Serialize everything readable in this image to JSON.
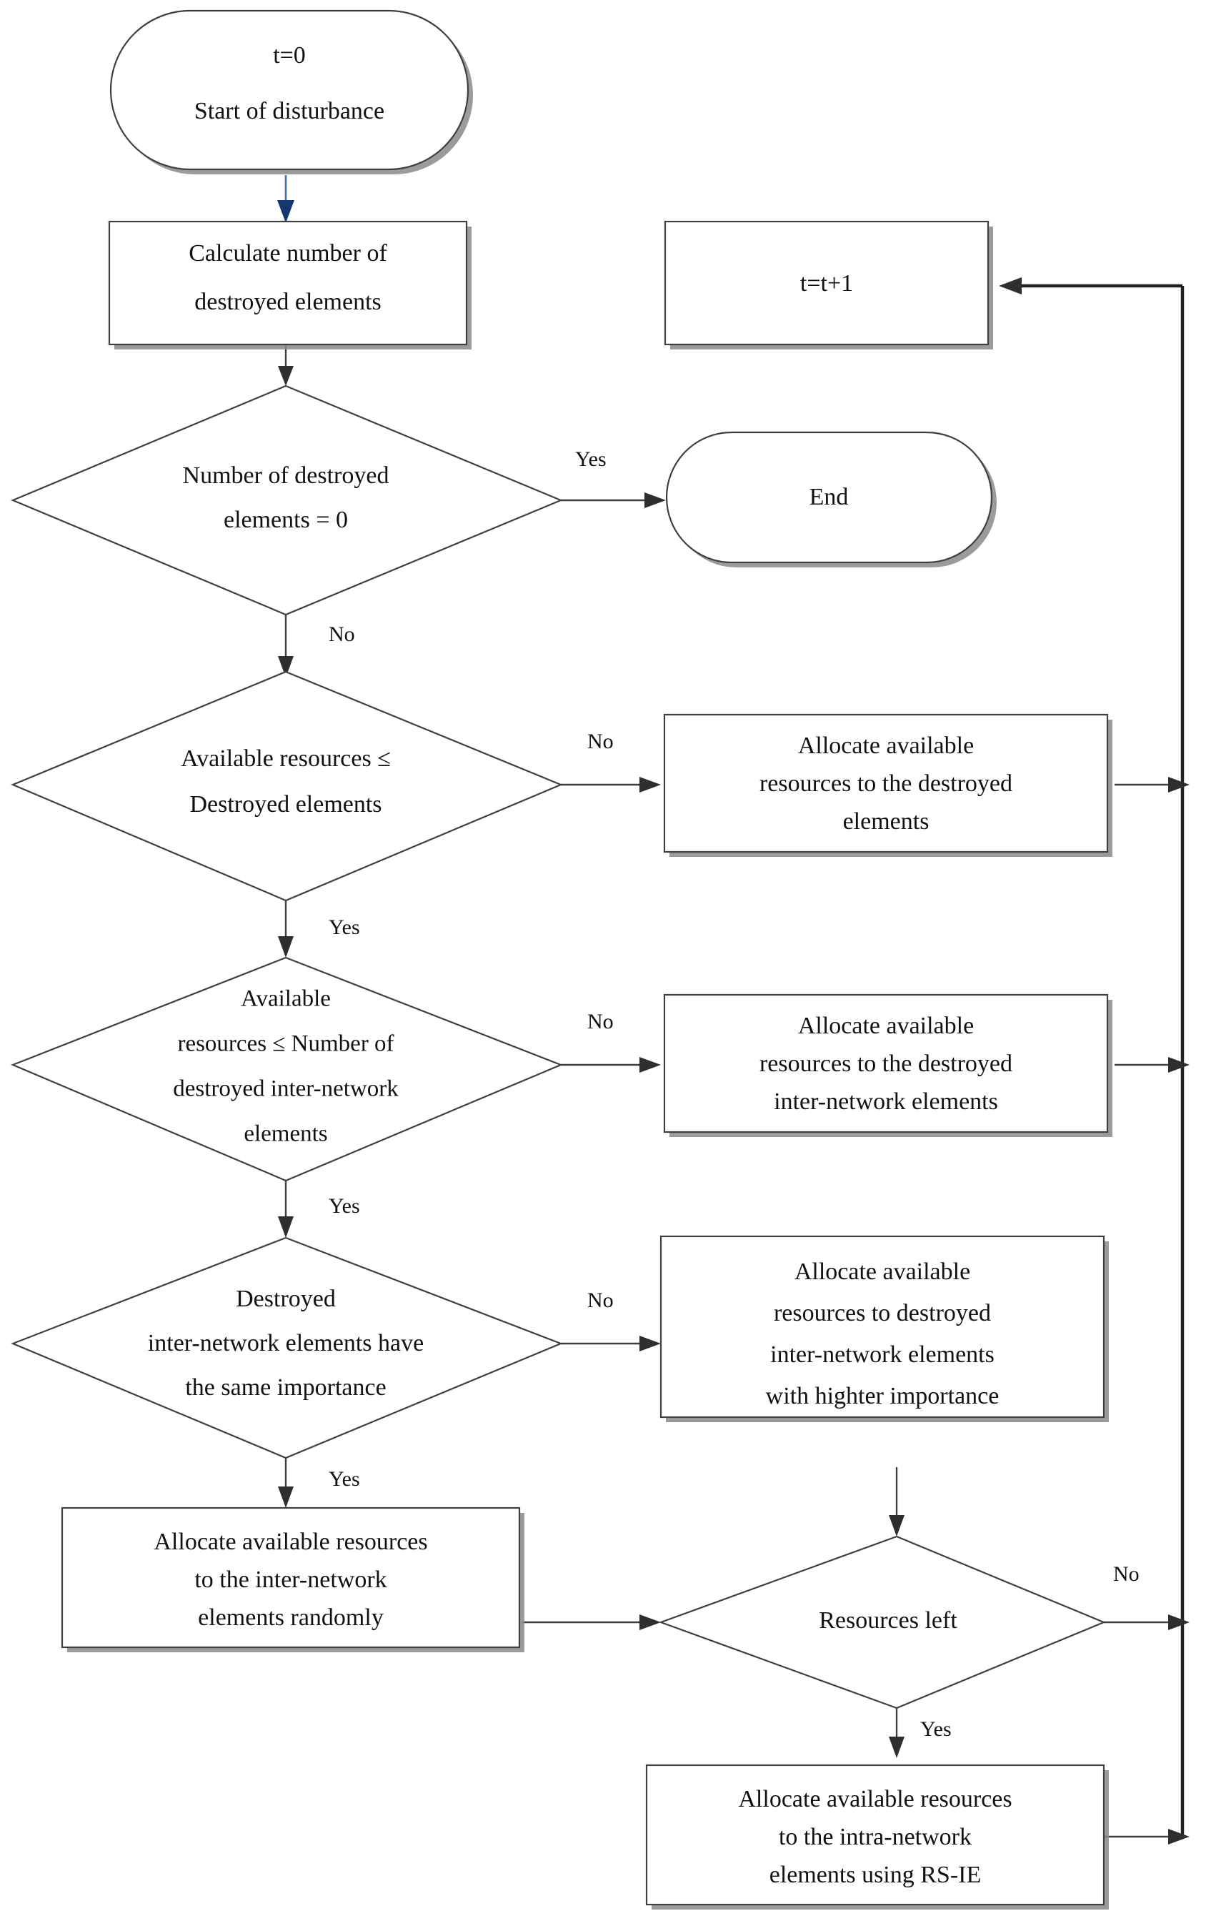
{
  "diagram": {
    "title": "Resource allocation flowchart",
    "colors": {
      "outline": "#3f3f3f",
      "shadow": "#8a8a8a",
      "edge": "#3f3f3f",
      "start_edge": "#3e6fa8",
      "text": "#111111",
      "background": "#ffffff"
    },
    "nodes": {
      "start": {
        "shape": "rounded-terminator",
        "line1": "t=0",
        "line2": "Start of  disturbance"
      },
      "calculate": {
        "shape": "process",
        "line1": "Calculate number of",
        "line2": "destroyed elements"
      },
      "increment": {
        "shape": "process",
        "line1": "t=t+1"
      },
      "decision_zero": {
        "shape": "decision",
        "line1": "Number of  destroyed",
        "line2": "elements = 0"
      },
      "end": {
        "shape": "rounded-terminator",
        "line1": "End"
      },
      "decision_res_vs_destroyed": {
        "shape": "decision",
        "line1": "Available resources ≤",
        "line2": "Destroyed elements"
      },
      "alloc_destroyed": {
        "shape": "process",
        "line1": "Allocate available",
        "line2": "resources to the destroyed",
        "line3": "elements"
      },
      "decision_res_vs_inter": {
        "shape": "decision",
        "line1": "Available",
        "line2": "resources ≤ Number of",
        "line3": "destroyed inter-network",
        "line4": "elements"
      },
      "alloc_inter": {
        "shape": "process",
        "line1": "Allocate available",
        "line2": "resources to the destroyed",
        "line3": "inter-network elements"
      },
      "decision_same_importance": {
        "shape": "decision",
        "line1": "Destroyed",
        "line2": "inter-network elements have",
        "line3": "the same importance"
      },
      "alloc_higher_importance": {
        "shape": "process",
        "line1": "Allocate available",
        "line2": "resources to destroyed",
        "line3": "inter-network elements",
        "line4": "with highter importance"
      },
      "alloc_random": {
        "shape": "process",
        "line1": "Allocate available resources",
        "line2": "to the inter-network",
        "line3": "elements randomly"
      },
      "decision_resources_left": {
        "shape": "decision",
        "line1": "Resources left"
      },
      "alloc_intra_rsie": {
        "shape": "process",
        "line1": "Allocate available resources",
        "line2": "to the intra-network",
        "line3": "elements using RS-IE"
      }
    },
    "edge_labels": {
      "zero_yes": "Yes",
      "zero_no": "No",
      "res_destroyed_no": "No",
      "res_destroyed_yes": "Yes",
      "res_inter_no": "No",
      "res_inter_yes": "Yes",
      "importance_no": "No",
      "importance_yes": "Yes",
      "resources_left_no": "No",
      "resources_left_yes": "Yes"
    }
  }
}
